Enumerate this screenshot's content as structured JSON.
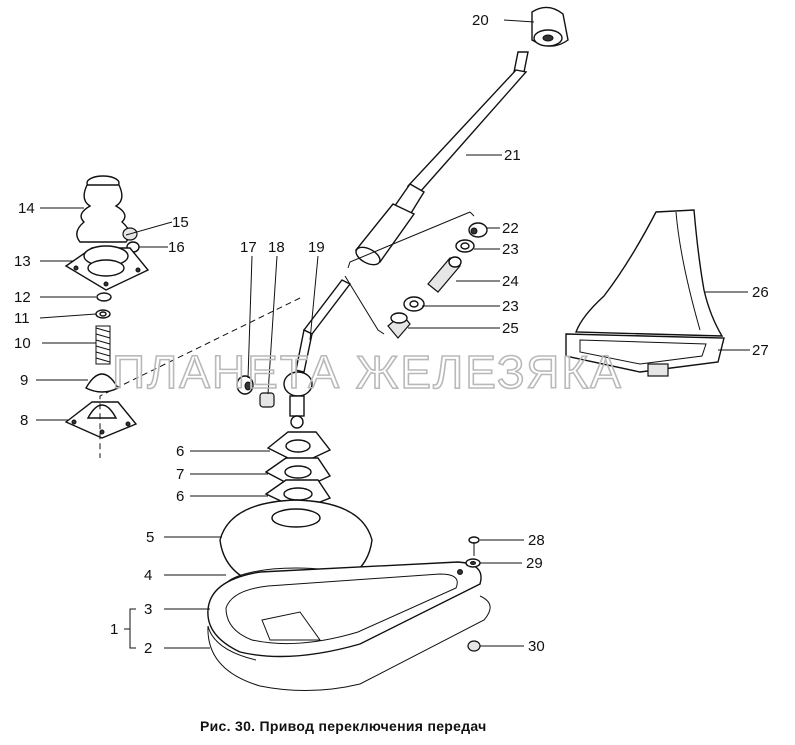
{
  "caption": "Рис. 30. Привод переключения передач",
  "watermark": "ПЛАНЕТА ЖЕЛЕЗЯКА",
  "labels": {
    "l1": "1",
    "l2": "2",
    "l3": "3",
    "l4": "4",
    "l5": "5",
    "l6a": "6",
    "l6b": "6",
    "l7": "7",
    "l8": "8",
    "l9": "9",
    "l10": "10",
    "l11": "11",
    "l12": "12",
    "l13": "13",
    "l14": "14",
    "l15": "15",
    "l16": "16",
    "l17": "17",
    "l18": "18",
    "l19": "19",
    "l20": "20",
    "l21": "21",
    "l22": "22",
    "l23a": "23",
    "l23b": "23",
    "l24": "24",
    "l25": "25",
    "l26": "26",
    "l27": "27",
    "l28": "28",
    "l29": "29",
    "l30": "30"
  }
}
